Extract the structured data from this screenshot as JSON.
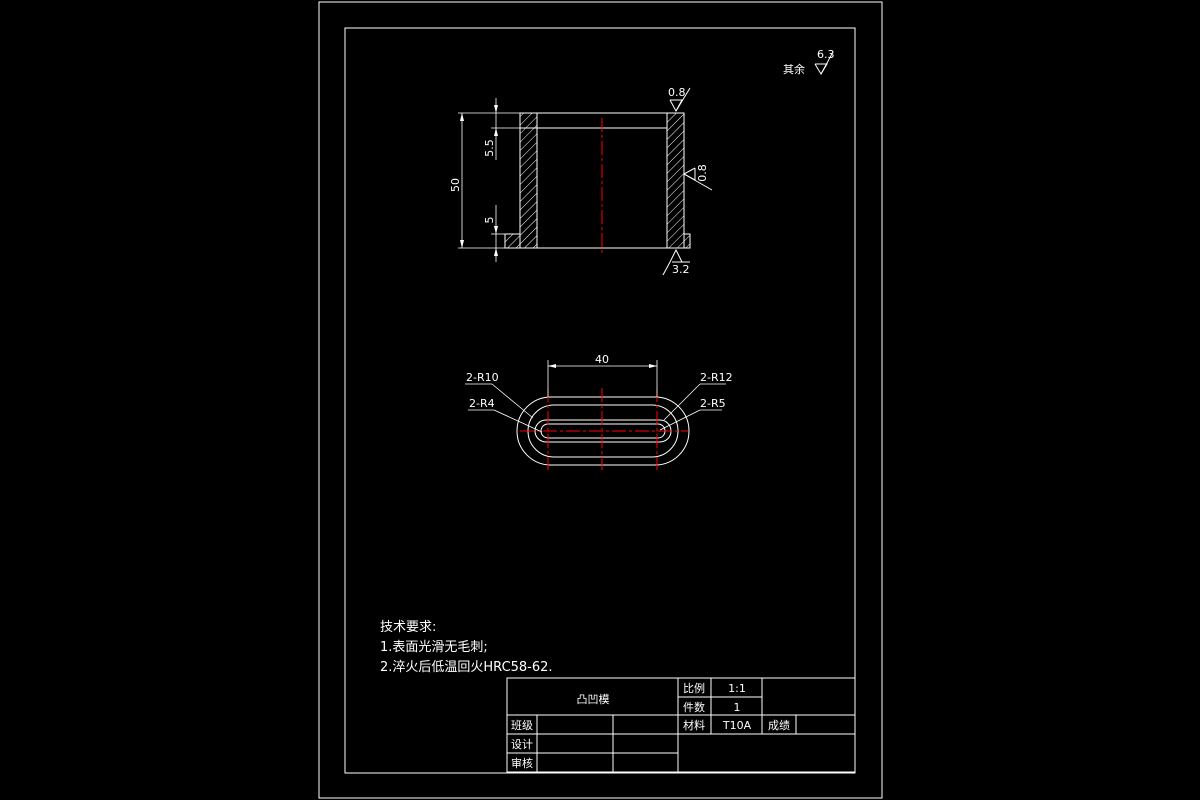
{
  "surface_finish": {
    "general_label": "其余",
    "general_value": "6.3",
    "top": "0.8",
    "side": "0.8",
    "bottom": "3.2"
  },
  "section_view": {
    "dim_total": "50",
    "dim_top": "5.5",
    "dim_bottom": "5"
  },
  "plan_view": {
    "dim_length": "40",
    "callout_r10": "2-R10",
    "callout_r4": "2-R4",
    "callout_r12": "2-R12",
    "callout_r5": "2-R5"
  },
  "tech_notes": {
    "heading": "技术要求:",
    "items": [
      "1.表面光滑无毛刺;",
      "2.淬火后低温回火HRC58-62."
    ]
  },
  "title_block": {
    "part_name": "凸凹模",
    "scale_label": "比例",
    "scale_value": "1:1",
    "qty_label": "件数",
    "qty_value": "1",
    "material_label": "材料",
    "material_value": "T10A",
    "grade_label": "成绩",
    "class_label": "班级",
    "design_label": "设计",
    "review_label": "审核"
  },
  "colors": {
    "background": "#000000",
    "line": "#ffffff",
    "centerline": "#ff0000"
  }
}
